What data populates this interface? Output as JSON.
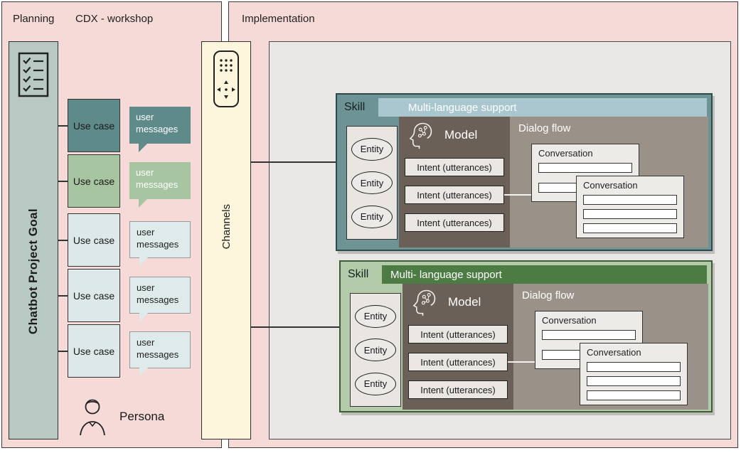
{
  "left_panel": {
    "planning_label": "Planning",
    "workshop_label": "CDX - workshop",
    "goal_bar_label": "Chatbot Project Goal",
    "persona_label": "Persona",
    "use_cases": [
      {
        "label": "Use case",
        "bubble_text": "user messages",
        "variant": "teal"
      },
      {
        "label": "Use case",
        "bubble_text": "user messages",
        "variant": "green"
      },
      {
        "label": "Use case",
        "bubble_text": "user messages",
        "variant": "light"
      },
      {
        "label": "Use case",
        "bubble_text": "user messages",
        "variant": "light"
      },
      {
        "label": "Use case",
        "bubble_text": "user messages",
        "variant": "light"
      }
    ]
  },
  "channels_bar_label": "Channels",
  "right_panel": {
    "implementation_label": "Implementation",
    "skills": [
      {
        "variant": "teal",
        "skill_label": "Skill",
        "banner": "Multi-language support",
        "model_label": "Model",
        "dialog_flow_label": "Dialog flow",
        "entities": [
          "Entity",
          "Entity",
          "Entity"
        ],
        "intents": [
          "Intent (utterances)",
          "Intent (utterances)",
          "Intent (utterances)"
        ],
        "conversations": [
          {
            "label": "Conversation",
            "rows": 2
          },
          {
            "label": "Conversation",
            "rows": 3
          }
        ]
      },
      {
        "variant": "green",
        "skill_label": "Skill",
        "banner": "Multi- language support",
        "model_label": "Model",
        "dialog_flow_label": "Dialog flow",
        "entities": [
          "Entity",
          "Entity",
          "Entity"
        ],
        "intents": [
          "Intent (utterances)",
          "Intent (utterances)",
          "Intent (utterances)"
        ],
        "conversations": [
          {
            "label": "Conversation",
            "rows": 2
          },
          {
            "label": "Conversation",
            "rows": 3
          }
        ]
      }
    ]
  },
  "colors": {
    "panel_bg": "#f5dad8",
    "goal_bar_bg": "#b8c9c3",
    "channels_bar_bg": "#fdf6dc",
    "usecase_teal": "#5e8a8a",
    "usecase_green": "#a6c5a0",
    "usecase_light": "#dde9e8",
    "implementation_box_bg": "#e9e7e6",
    "skill_teal_bg": "#6d9394",
    "skill_teal_banner": "#aac7cf",
    "skill_green_bg": "#b4cbaa",
    "skill_green_banner": "#4d7b44",
    "model_bg": "#6a6057",
    "dialog_flow_bg": "#9a9189"
  }
}
